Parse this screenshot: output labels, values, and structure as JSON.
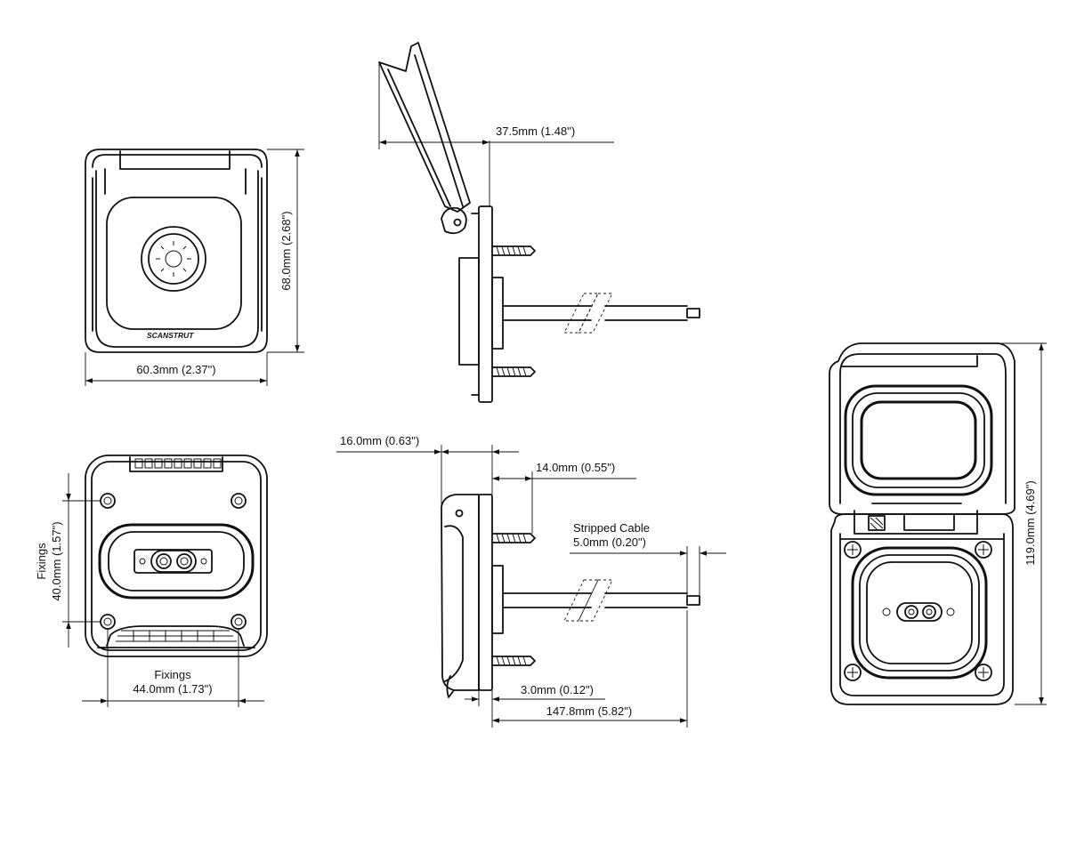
{
  "views": {
    "front_closed": {
      "width_label": "60.3mm (2.37\")",
      "height_label": "68.0mm (2.68\")",
      "logo": "SCANSTRUT"
    },
    "side_open": {
      "lid_label": "37.5mm (1.48\")"
    },
    "rear": {
      "fixings_h_title": "Fixings",
      "fixings_h_label": "44.0mm (1.73\")",
      "fixings_v_title": "Fixings",
      "fixings_v_label": "40.0mm (1.57\")"
    },
    "side_closed": {
      "depth_label": "16.0mm (0.63\")",
      "screw_label": "14.0mm (0.55\")",
      "stripped_title": "Stripped Cable",
      "stripped_label": "5.0mm (0.20\")",
      "plate_label": "3.0mm (0.12\")",
      "cable_label": "147.8mm (5.82\")"
    },
    "front_open": {
      "height_label": "119.0mm (4.69\")"
    }
  }
}
